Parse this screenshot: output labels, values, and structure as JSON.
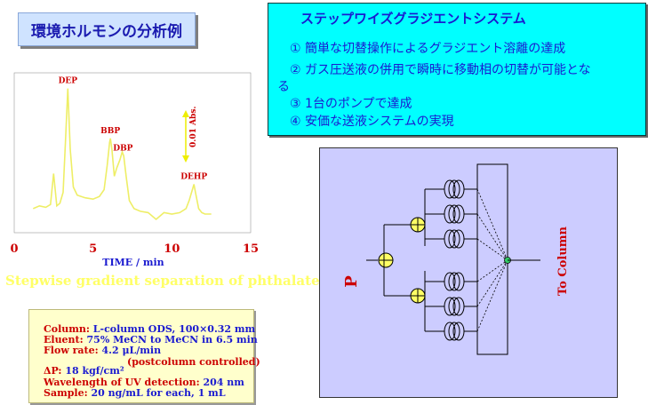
{
  "header": {
    "title": "環境ホルモンの分析例"
  },
  "features": {
    "title": "ステップワイズグラジエントシステム",
    "items": [
      "① 簡単な切替操作によるグラジエント溶離の達成",
      "② ガス圧送液の併用で瞬時に移動相の切替が可能とな",
      "る",
      "③ 1台のポンプで達成",
      "④ 安価な送液システムの実現"
    ]
  },
  "chart_data": {
    "type": "line",
    "xlabel": "TIME / min",
    "ylabel": "",
    "xlim": [
      0,
      15
    ],
    "xticks": [
      0,
      5,
      10,
      15
    ],
    "scale_bar": "0.01 Abs.",
    "peaks": [
      {
        "name": "DEP",
        "x": 3.4
      },
      {
        "name": "BBP",
        "x": 6.1
      },
      {
        "name": "DBP",
        "x": 6.9
      },
      {
        "name": "DEHP",
        "x": 11.4
      }
    ],
    "series": [
      {
        "x": [
          1.2,
          1.6,
          2.0,
          2.3,
          2.5,
          2.7,
          2.9,
          3.1,
          3.25,
          3.4,
          3.55,
          3.75,
          4.0,
          4.5,
          5.0,
          5.4,
          5.7,
          5.9,
          6.05,
          6.1,
          6.2,
          6.35,
          6.5,
          6.7,
          6.85,
          6.95,
          7.1,
          7.3,
          7.6,
          8.0,
          8.5,
          9.0,
          9.5,
          10.0,
          10.5,
          10.9,
          11.1,
          11.3,
          11.4,
          11.5,
          11.7,
          11.9,
          12.1,
          12.5
        ],
        "y": [
          0.06,
          0.08,
          0.07,
          0.09,
          0.32,
          0.08,
          0.1,
          0.18,
          0.55,
          0.95,
          0.5,
          0.22,
          0.16,
          0.14,
          0.13,
          0.15,
          0.2,
          0.38,
          0.55,
          0.58,
          0.5,
          0.3,
          0.36,
          0.42,
          0.48,
          0.45,
          0.3,
          0.12,
          0.06,
          0.04,
          0.03,
          -0.02,
          0.03,
          0.02,
          0.03,
          0.06,
          0.12,
          0.2,
          0.24,
          0.18,
          0.06,
          0.03,
          0.02,
          0.02
        ]
      }
    ]
  },
  "chart_caption": "Stepwise gradient separation of phthalates",
  "conditions": {
    "column_label": "Column:",
    "column_value": " L-column ODS, 100×0.32 mm",
    "eluent_label": "Eluent:",
    "eluent_value": " 75% MeCN to MeCN in 6.5 min",
    "flow_label": "Flow rate:",
    "flow_value": " 4.2 μL/min",
    "dp_label": "ΔP:",
    "dp_value": " 18 kgf/cm²",
    "dp_note": "(postcolumn controlled)",
    "wl_label": "Wavelength of UV detection:",
    "wl_value": " 204 nm",
    "sample_label": "Sample:",
    "sample_value": " 20 ng/mL for each, 1 mL"
  },
  "diagram": {
    "pump_label": "P",
    "outlet_label": "To Column"
  },
  "colors": {
    "chart_line": "#eeee66",
    "accent_red": "#cc0000",
    "text_blue": "#1a1ad0",
    "valve_yellow": "#ffff66",
    "mixer_green": "#33cc66"
  }
}
